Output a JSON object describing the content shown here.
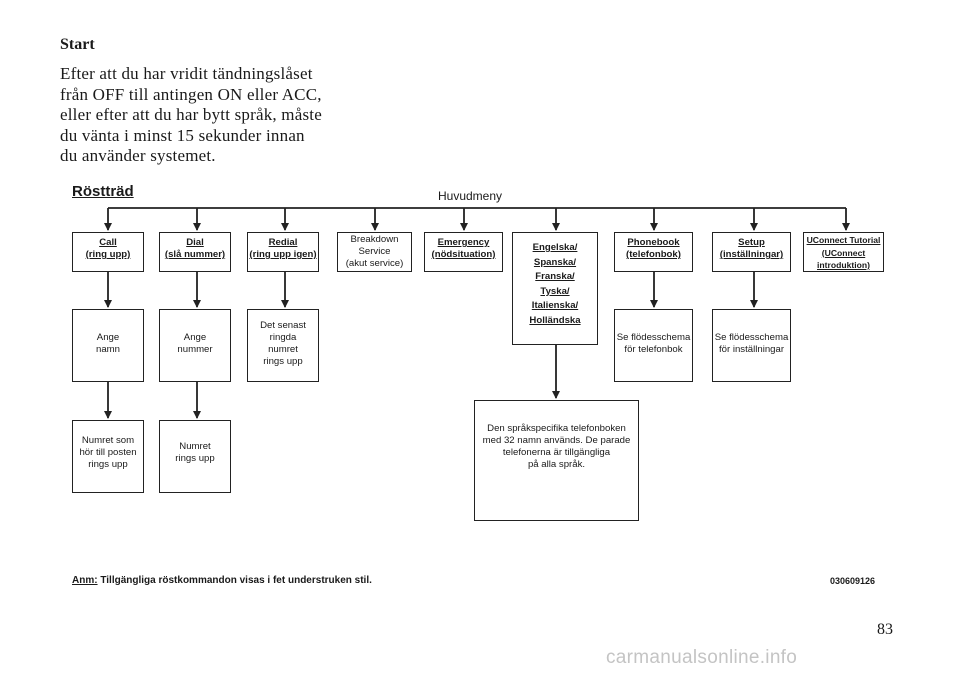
{
  "heading": "Start",
  "intro_lines": [
    "Efter att du har vridit tändningslåset",
    "från OFF till antingen ON eller ACC,",
    "eller efter att du har bytt språk, måste",
    "du vänta i minst 15 sekunder innan",
    "du använder systemet."
  ],
  "diagram": {
    "title": "Röstträd",
    "top_label": "Huvudmeny",
    "menu": [
      {
        "cmd": [
          "Call",
          "(ring upp)"
        ],
        "plain": []
      },
      {
        "cmd": [
          "Dial",
          "(slå nummer)"
        ],
        "plain": []
      },
      {
        "cmd": [
          "Redial",
          "(ring upp igen)"
        ],
        "plain": []
      },
      {
        "cmd": [],
        "plain": [
          "Breakdown",
          "Service",
          "(akut service)"
        ]
      },
      {
        "cmd": [
          "Emergency",
          "(nödsituation)"
        ],
        "plain": []
      },
      {
        "cmd": [
          "Engelska/",
          "Spanska/",
          "Franska/",
          "Tyska/",
          "Italienska/",
          "Holländska"
        ],
        "plain": []
      },
      {
        "cmd": [
          "Phonebook",
          "(telefonbok)"
        ],
        "plain": []
      },
      {
        "cmd": [
          "Setup",
          "(inställningar)"
        ],
        "plain": []
      },
      {
        "cmd": [
          "UConnect Tutorial",
          "(UConnect",
          "introduktion)"
        ],
        "plain": []
      }
    ],
    "level2": [
      {
        "lines": [
          "Ange",
          "namn"
        ]
      },
      {
        "lines": [
          "Ange",
          "nummer"
        ]
      },
      {
        "lines": [
          "Det senast",
          "ringda",
          "numret",
          "rings upp"
        ]
      },
      {
        "lines": [
          "Se flödesschema",
          "för telefonbok"
        ]
      },
      {
        "lines": [
          "Se flödesschema",
          "för inställningar"
        ]
      }
    ],
    "level3": [
      {
        "lines": [
          "Numret som",
          "hör till posten",
          "rings upp"
        ]
      },
      {
        "lines": [
          "Numret",
          "rings upp"
        ]
      },
      {
        "lines": [
          "Den språkspecifika telefonboken",
          "med 32 namn används. De parade",
          "telefonerna är tillgängliga",
          "på alla språk."
        ]
      }
    ]
  },
  "note": {
    "label": "Anm:",
    "text": " Tillgängliga röstkommandon visas i fet understruken stil."
  },
  "figure_code": "030609126",
  "page_number": "83",
  "watermark": "carmanualsonline.info"
}
